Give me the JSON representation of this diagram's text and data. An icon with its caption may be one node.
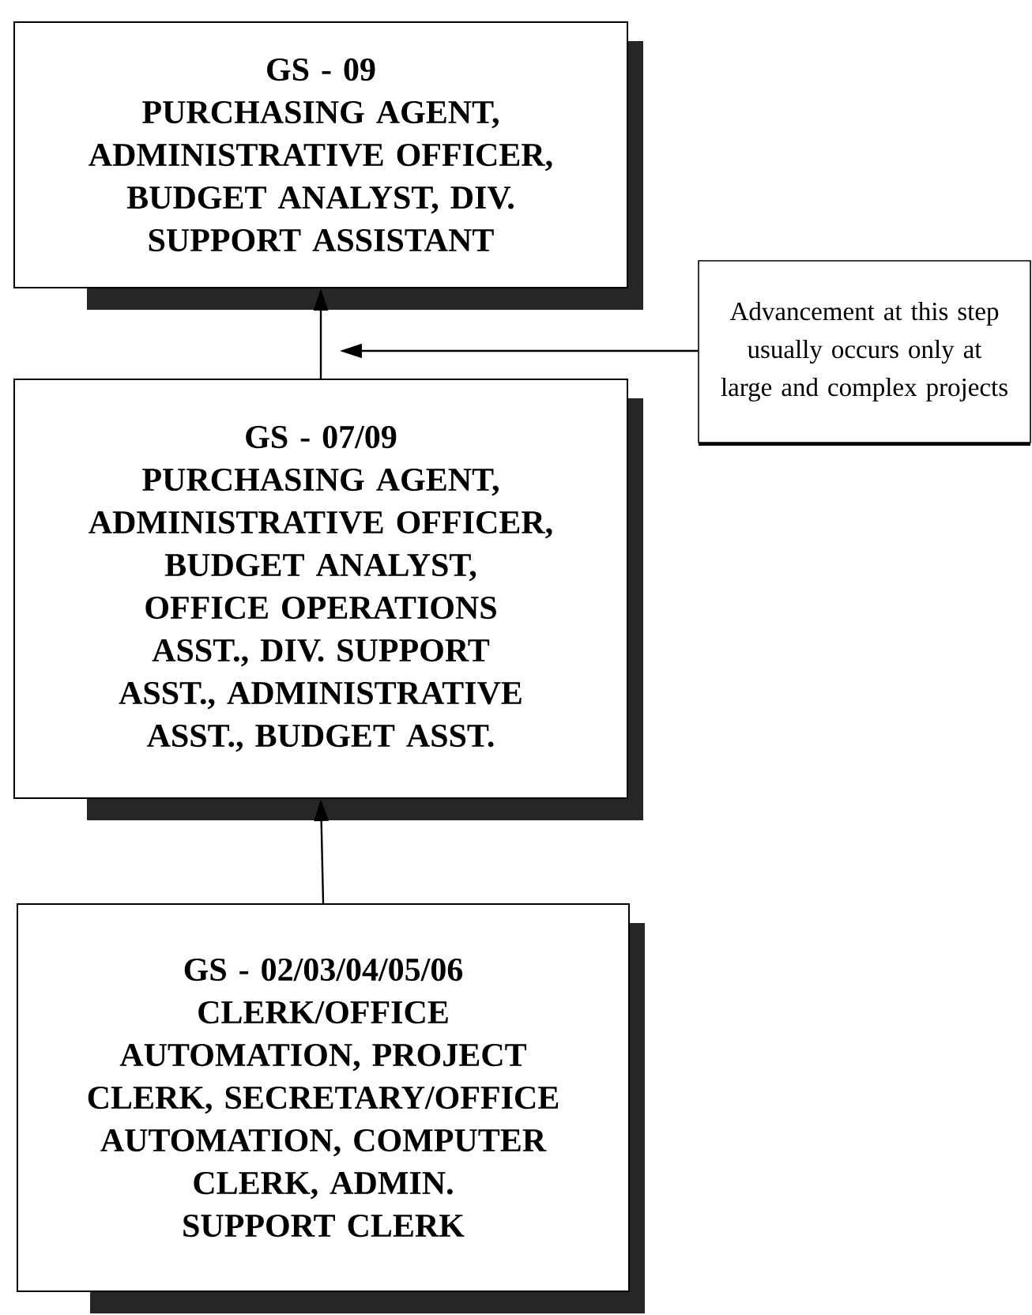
{
  "diagram": {
    "nodes": [
      {
        "text": [
          "GS - 09",
          "PURCHASING AGENT, ADMINISTRATIVE OFFICER, BUDGET ANALYST, DIV. SUPPORT ASSISTANT"
        ]
      },
      {
        "text": [
          "GS - 07/09",
          "PURCHASING AGENT, ADMINISTRATIVE OFFICER, BUDGET ANALYST, OFFICE OPERATIONS ASST., DIV. SUPPORT ASST., ADMINISTRATIVE ASST., BUDGET ASST."
        ]
      },
      {
        "text": [
          "GS - 02/03/04/05/06",
          "CLERK/OFFICE AUTOMATION, PROJECT CLERK, SECRETARY/OFFICE AUTOMATION, COMPUTER CLERK, ADMIN. SUPPORT CLERK"
        ]
      },
      {
        "text": [
          "Advancement at this step usually occurs only at large and complex projects"
        ]
      }
    ],
    "edges": [
      {
        "from": 1,
        "to": 0,
        "arrow": "to"
      },
      {
        "from": 2,
        "to": 1,
        "arrow": "to"
      },
      {
        "from": 3,
        "to": null,
        "arrow": "to"
      }
    ]
  }
}
